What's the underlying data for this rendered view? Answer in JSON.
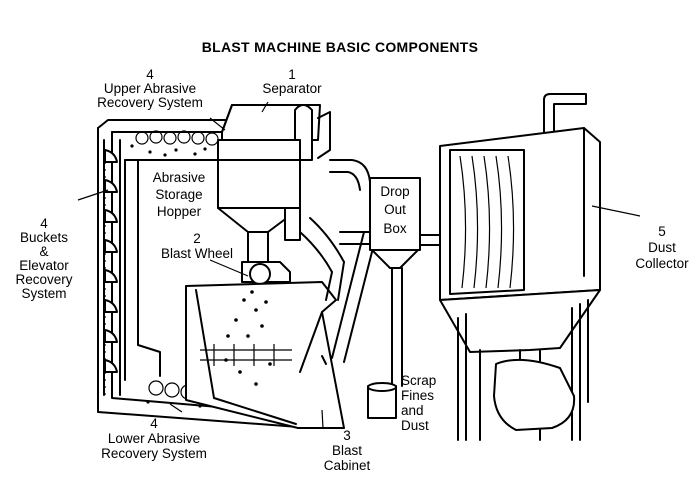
{
  "title": "BLAST MACHINE BASIC COMPONENTS",
  "labels": {
    "upper_recovery": {
      "num": "4",
      "lines": [
        "Upper Abrasive",
        "Recovery System"
      ]
    },
    "separator": {
      "num": "1",
      "lines": [
        "Separator"
      ]
    },
    "storage_hopper": {
      "lines": [
        "Abrasive",
        "Storage",
        "Hopper"
      ]
    },
    "blast_wheel": {
      "num": "2",
      "lines": [
        "Blast Wheel"
      ]
    },
    "buckets_elevator": {
      "num": "4",
      "lines": [
        "Buckets",
        "&",
        "Elevator",
        "Recovery",
        "System"
      ]
    },
    "drop_out_box": {
      "lines": [
        "Drop",
        "Out",
        "Box"
      ]
    },
    "dust_collector": {
      "num": "5",
      "lines": [
        "Dust",
        "Collector"
      ]
    },
    "scrap": {
      "lines": [
        "Scrap",
        "Fines",
        "and",
        "Dust"
      ]
    },
    "blast_cabinet": {
      "num": "3",
      "lines": [
        "Blast",
        "Cabinet"
      ]
    },
    "lower_recovery": {
      "num": "4",
      "lines": [
        "Lower Abrasive",
        "Recovery System"
      ]
    }
  }
}
